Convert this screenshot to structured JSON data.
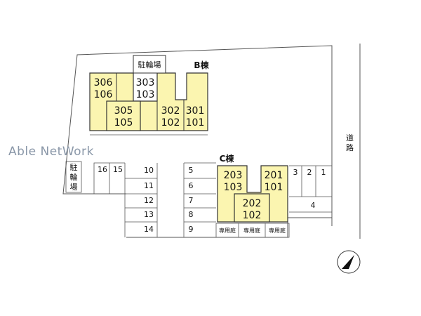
{
  "watermark": "Able NetWork",
  "building_b": {
    "label": "B棟",
    "bicycle_parking": "駐輪場",
    "units": [
      {
        "upper": "306",
        "lower": "106"
      },
      {
        "upper": "303",
        "lower": "103"
      },
      {
        "upper": "305",
        "lower": "105"
      },
      {
        "upper": "302",
        "lower": "102"
      },
      {
        "upper": "301",
        "lower": "101"
      }
    ]
  },
  "building_c": {
    "label": "C棟",
    "units": [
      {
        "upper": "203",
        "lower": "103"
      },
      {
        "upper": "201",
        "lower": "101"
      },
      {
        "upper": "202",
        "lower": "102"
      }
    ],
    "private_gardens": [
      "専用庭",
      "専用庭",
      "専用庭"
    ]
  },
  "bicycle_parking_left": "駐輪場",
  "road": "道路",
  "parking": {
    "top_left": [
      "16",
      "15"
    ],
    "column_left": [
      "10",
      "11",
      "12",
      "13",
      "14"
    ],
    "column_mid": [
      "5",
      "6",
      "7",
      "8",
      "9"
    ],
    "right_top": [
      "3",
      "2",
      "1"
    ],
    "right_bottom": "4"
  },
  "colors": {
    "building_fill": "#fbf5b0",
    "line": "#333333",
    "watermark": "#8a97a8"
  },
  "icons": {
    "north": "north-arrow-icon"
  }
}
